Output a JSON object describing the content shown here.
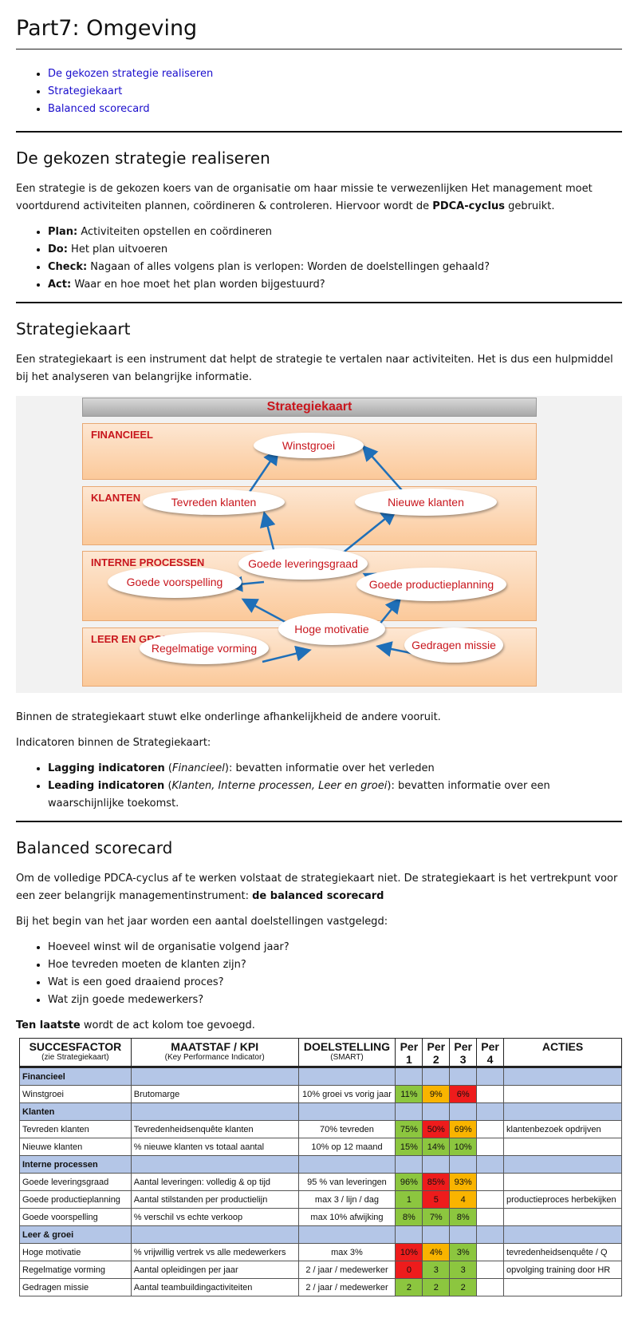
{
  "title": "Part7: Omgeving",
  "toc": [
    "De gekozen strategie realiseren",
    "Strategiekaart",
    "Balanced scorecard"
  ],
  "s1": {
    "heading": "De gekozen strategie realiseren",
    "p1_a": "Een strategie is de gekozen koers van de organisatie om haar missie te verwezenlijken Het management moet voortdurend activiteiten plannen, coördineren & controleren. Hiervoor wordt de ",
    "p1_b": "PDCA-cyclus",
    "p1_c": " gebruikt.",
    "items": [
      {
        "b": "Plan:",
        "t": " Activiteiten opstellen en coördineren"
      },
      {
        "b": "Do:",
        "t": " Het plan uitvoeren"
      },
      {
        "b": "Check:",
        "t": " Nagaan of alles volgens plan is verlopen: Worden de doelstellingen gehaald?"
      },
      {
        "b": "Act:",
        "t": " Waar en hoe moet het plan worden bijgestuurd?"
      }
    ]
  },
  "s2": {
    "heading": "Strategiekaart",
    "p1": "Een strategiekaart is een instrument dat helpt de strategie te vertalen naar activiteiten. Het is dus een hulpmiddel bij het analyseren van belangrijke informatie.",
    "map": {
      "title": "Strategiekaart",
      "bands": [
        "FINANCIEEL",
        "KLANTEN",
        "INTERNE PROCESSEN",
        "LEER EN GROEI"
      ],
      "n_winstgroei": "Winstgroei",
      "n_tevreden": "Tevreden klanten",
      "n_nieuwe": "Nieuwe klanten",
      "n_levering": "Goede leveringsgraad",
      "n_voorspelling": "Goede voorspelling",
      "n_productie": "Goede productieplanning",
      "n_motivatie": "Hoge motivatie",
      "n_vorming": "Regelmatige vorming",
      "n_missie": "Gedragen missie"
    },
    "p2": "Binnen de strategiekaart stuwt elke onderlinge afhankelijkheid de andere vooruit.",
    "p3": "Indicatoren binnen de Strategiekaart:",
    "i1_b": "Lagging indicatoren",
    "i1_i": "Financieel",
    "i1_t": ": bevatten informatie over het verleden",
    "i2_b": "Leading indicatoren",
    "i2_i": "Klanten, Interne processen, Leer en groei",
    "i2_t": ": bevatten informatie over een waarschijnlijke toekomst."
  },
  "s3": {
    "heading": "Balanced scorecard",
    "p1_a": "Om de volledige PDCA-cyclus af te werken volstaat de strategiekaart niet. De strategiekaart is het vertrekpunt voor een zeer belangrijk managementinstrument: ",
    "p1_b": "de balanced scorecard",
    "p2": "Bij het begin van het jaar worden een aantal doelstellingen vastgelegd:",
    "items": [
      "Hoeveel winst wil de organisatie volgend jaar?",
      "Hoe tevreden moeten de klanten zijn?",
      "Wat is een goed draaiend proces?",
      "Wat zijn goede medewerkers?"
    ],
    "p3_b": "Ten laatste",
    "p3_t": " wordt de act kolom toe gevoegd."
  },
  "table": {
    "h_sf": "SUCCESFACTOR",
    "h_sf_sub": "(zie Strategiekaart)",
    "h_kpi": "MAATSTAF / KPI",
    "h_kpi_sub": "(Key Performance Indicator)",
    "h_doel": "DOELSTELLING",
    "h_doel_sub": "(SMART)",
    "h_p1": "Per",
    "h_p1n": "1",
    "h_p2": "Per",
    "h_p2n": "2",
    "h_p3": "Per",
    "h_p3n": "3",
    "h_p4": "Per",
    "h_p4n": "4",
    "h_acties": "ACTIES",
    "cat_fin": "Financieel",
    "r1": {
      "sf": "Winstgroei",
      "kpi": "Brutomarge",
      "doel": "10% groei vs vorig jaar",
      "p1": "11%",
      "p2": "9%",
      "p3": "6%",
      "a": ""
    },
    "cat_kl": "Klanten",
    "r2": {
      "sf": "Tevreden klanten",
      "kpi": "Tevredenheidsenquête klanten",
      "doel": "70% tevreden",
      "p1": "75%",
      "p2": "50%",
      "p3": "69%",
      "a": "klantenbezoek opdrijven"
    },
    "r3": {
      "sf": "Nieuwe klanten",
      "kpi": "% nieuwe klanten vs totaal aantal",
      "doel": "10% op 12 maand",
      "p1": "15%",
      "p2": "14%",
      "p3": "10%",
      "a": ""
    },
    "cat_ip": "Interne processen",
    "r4": {
      "sf": "Goede leveringsgraad",
      "kpi": "Aantal leveringen: volledig & op tijd",
      "doel": "95 % van leveringen",
      "p1": "96%",
      "p2": "85%",
      "p3": "93%",
      "a": ""
    },
    "r5": {
      "sf": "Goede productieplanning",
      "kpi": "Aantal stilstanden per productielijn",
      "doel": "max 3 / lijn / dag",
      "p1": "1",
      "p2": "5",
      "p3": "4",
      "a": "productieproces herbekijken"
    },
    "r6": {
      "sf": "Goede voorspelling",
      "kpi": "% verschil vs echte verkoop",
      "doel": "max 10% afwijking",
      "p1": "8%",
      "p2": "7%",
      "p3": "8%",
      "a": ""
    },
    "cat_lg": "Leer & groei",
    "r7": {
      "sf": "Hoge motivatie",
      "kpi": "% vrijwillig vertrek vs alle medewerkers",
      "doel": "max 3%",
      "p1": "10%",
      "p2": "4%",
      "p3": "3%",
      "a": "tevredenheidsenquête / Q"
    },
    "r8": {
      "sf": "Regelmatige vorming",
      "kpi": "Aantal opleidingen per jaar",
      "doel": "2 / jaar / medewerker",
      "p1": "0",
      "p2": "3",
      "p3": "3",
      "a": "opvolging training door HR"
    },
    "r9": {
      "sf": "Gedragen missie",
      "kpi": "Aantal teambuildingactiviteiten",
      "doel": "2 / jaar / medewerker",
      "p1": "2",
      "p2": "2",
      "p3": "2",
      "a": ""
    }
  },
  "colors": {
    "green": "#8cc63f",
    "orange": "#f9b400",
    "red": "#ee1c1c",
    "category": "#b4c6e7",
    "link": "#1a0dcc",
    "map_text": "#c8161d"
  }
}
